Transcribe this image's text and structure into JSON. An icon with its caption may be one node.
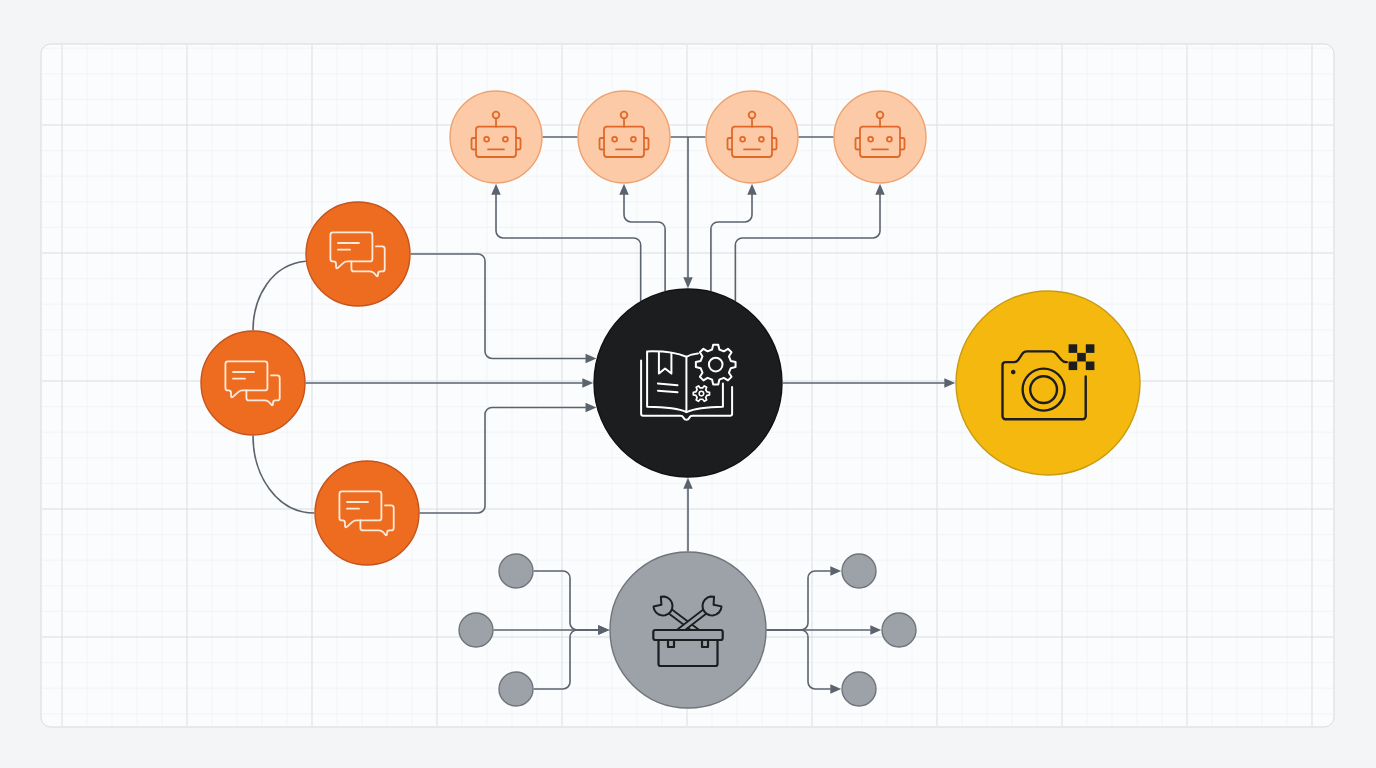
{
  "diagram": {
    "nodes": [
      {
        "text": [],
        "shape": "circle"
      },
      {
        "text": [],
        "shape": "circle"
      },
      {
        "text": [],
        "shape": "circle"
      },
      {
        "text": [],
        "shape": "circle"
      },
      {
        "text": [],
        "shape": "circle"
      },
      {
        "text": [],
        "shape": "circle"
      },
      {
        "text": [],
        "shape": "circle"
      },
      {
        "text": [],
        "shape": "circle"
      },
      {
        "text": [],
        "shape": "circle"
      },
      {
        "text": [],
        "shape": "circle"
      },
      {
        "text": [],
        "shape": "circle"
      },
      {
        "text": [],
        "shape": "circle"
      },
      {
        "text": [],
        "shape": "circle"
      },
      {
        "text": [],
        "shape": "circle"
      },
      {
        "text": [],
        "shape": "circle"
      },
      {
        "text": [],
        "shape": "circle"
      }
    ],
    "edges": [
      {
        "from": 0,
        "to": 1,
        "arrow": "none"
      },
      {
        "from": 1,
        "to": 2,
        "arrow": "none"
      },
      {
        "from": 2,
        "to": 3,
        "arrow": "none"
      },
      {
        "from": null,
        "to": 7,
        "arrow": "to"
      },
      {
        "from": 7,
        "to": 0,
        "arrow": "to"
      },
      {
        "from": 7,
        "to": 1,
        "arrow": "to"
      },
      {
        "from": 7,
        "to": 2,
        "arrow": "to"
      },
      {
        "from": 7,
        "to": 3,
        "arrow": "to"
      },
      {
        "from": 4,
        "to": 5,
        "arrow": "none"
      },
      {
        "from": 5,
        "to": 6,
        "arrow": "none"
      },
      {
        "from": 4,
        "to": 7,
        "arrow": "to"
      },
      {
        "from": 5,
        "to": 7,
        "arrow": "to"
      },
      {
        "from": 6,
        "to": 7,
        "arrow": "to"
      },
      {
        "from": 7,
        "to": 8,
        "arrow": "to"
      },
      {
        "from": 9,
        "to": 7,
        "arrow": "to"
      },
      {
        "from": 10,
        "to": 9,
        "arrow": "to"
      },
      {
        "from": 11,
        "to": 9,
        "arrow": "to"
      },
      {
        "from": 12,
        "to": 9,
        "arrow": "to"
      },
      {
        "from": 9,
        "to": 13,
        "arrow": "to"
      },
      {
        "from": 9,
        "to": 14,
        "arrow": "to"
      },
      {
        "from": 9,
        "to": 15,
        "arrow": "to"
      }
    ]
  }
}
